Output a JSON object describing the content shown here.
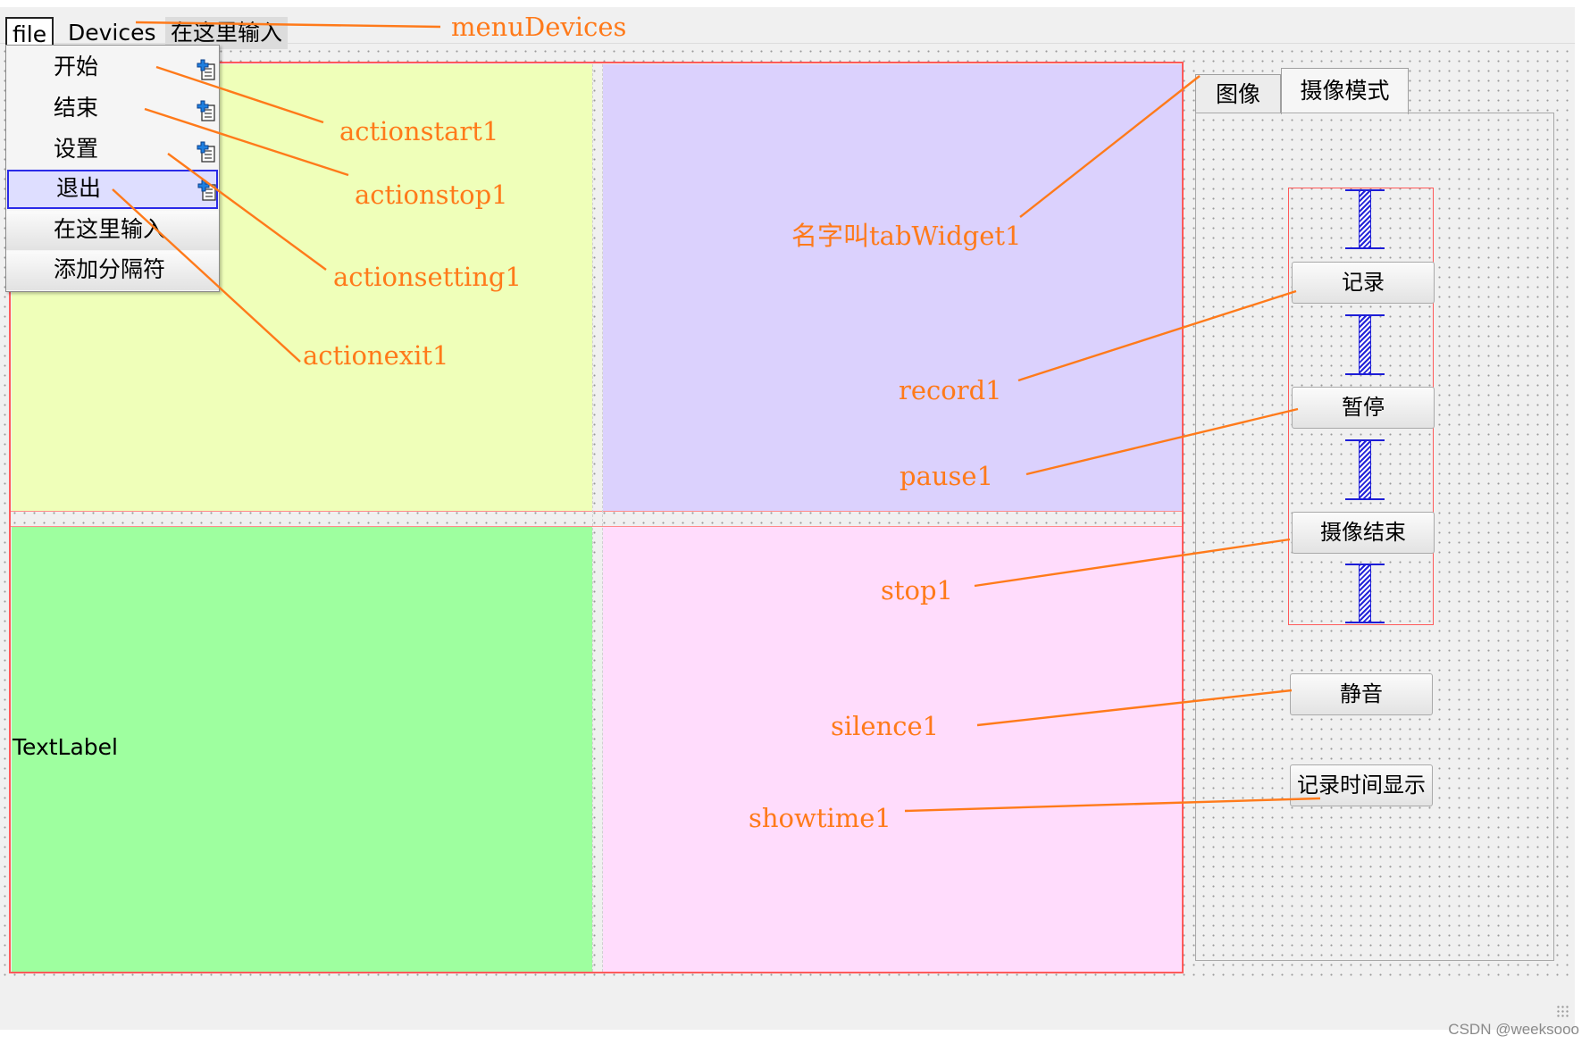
{
  "menubar": {
    "file": "file",
    "devices": "Devices",
    "type_here": "在这里输入"
  },
  "file_menu": {
    "items": [
      {
        "label": "开始"
      },
      {
        "label": "结束"
      },
      {
        "label": "设置"
      },
      {
        "label": "退出"
      },
      {
        "label": "在这里输入"
      },
      {
        "label": "添加分隔符"
      }
    ]
  },
  "central": {
    "text_label": "TextLabel"
  },
  "tabs": [
    {
      "label": "图像"
    },
    {
      "label": "摄像模式"
    }
  ],
  "buttons": {
    "record": "记录",
    "pause": "暂停",
    "stop": "摄像结束",
    "mute": "静音",
    "showtime": "记录时间显示"
  },
  "annotations": {
    "menu_devices": "menuDevices",
    "action_start": "actionstart1",
    "action_stop": "actionstop1",
    "action_setting": "actionsetting1",
    "action_exit": "actionexit1",
    "tab_widget": "名字叫tabWidget1",
    "record": "record1",
    "pause": "pause1",
    "stop": "stop1",
    "silence": "silence1",
    "showtime": "showtime1"
  },
  "watermark": "CSDN @weeksooo",
  "colors": {
    "annotation": "#ff7a1a",
    "layout_frame": "#ff5a5a",
    "spacer": "#2323d8",
    "pane_yellow": "#efffb9",
    "pane_lilac": "#dbd1fd",
    "pane_green": "#9eff9f",
    "pane_pink": "#ffdcfc",
    "menu_highlight": "#dedeff"
  },
  "icons": {
    "menu_action": "action-icon"
  }
}
